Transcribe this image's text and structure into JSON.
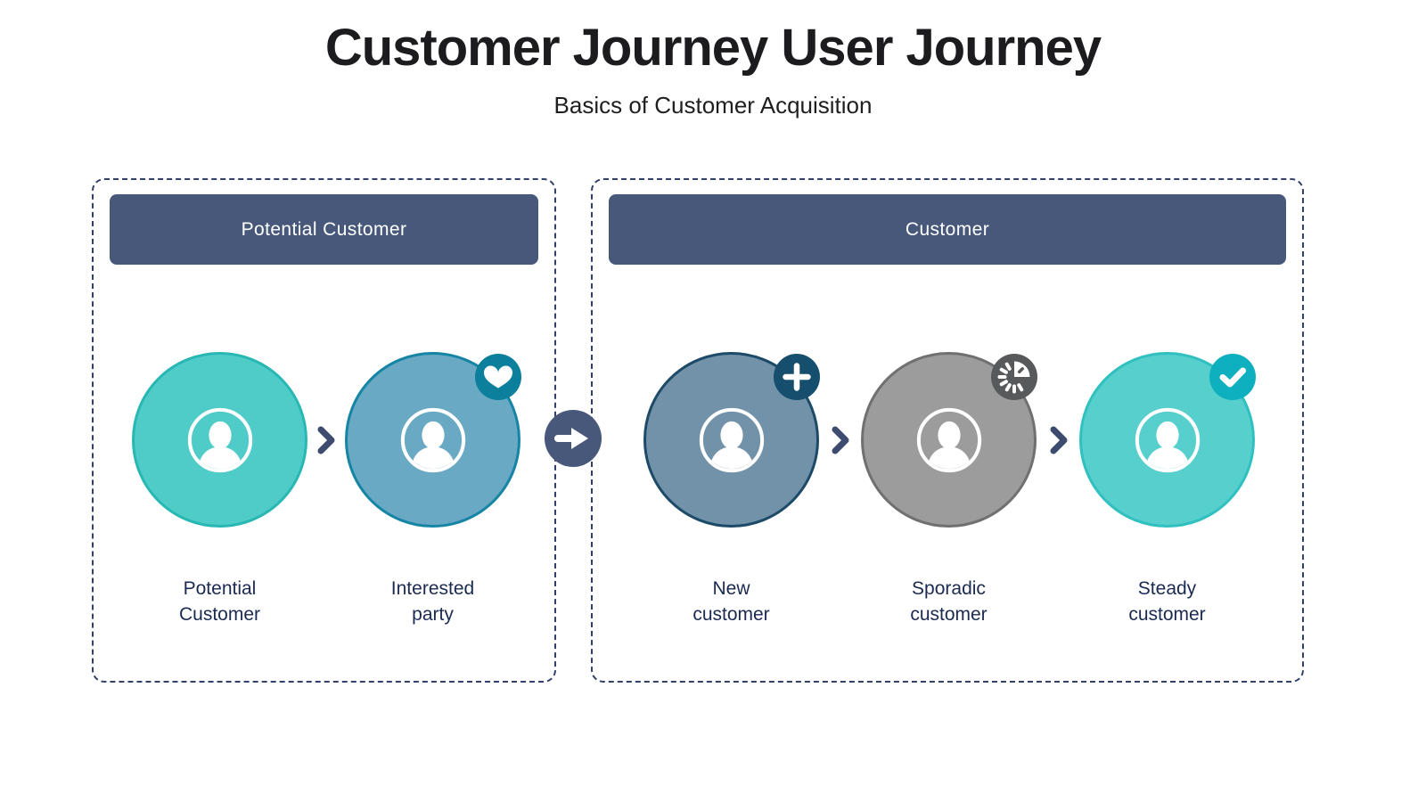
{
  "title": "Customer Journey User Journey",
  "subtitle": "Basics of Customer Acquisition",
  "colors": {
    "panel_border": "#32406b",
    "header_bar": "#47587a",
    "header_text": "#ffffff",
    "label_text": "#1b2a52",
    "chevron": "#3d4b6e",
    "connector_circle": "#48587a",
    "heart_badge": "#0c7f9d",
    "plus_badge": "#154f6d",
    "timer_badge": "#58595b",
    "check_badge": "#0eb0bf"
  },
  "panels": [
    {
      "header": "Potential Customer",
      "stages": [
        {
          "label": "Potential\nCustomer",
          "circle_fill": "#4fccc8",
          "circle_border": "#29b7b4",
          "badge": "none"
        },
        {
          "label": "Interested\nparty",
          "circle_fill": "#6aa9c4",
          "circle_border": "#1584a5",
          "badge": "heart-icon"
        }
      ]
    },
    {
      "header": "Customer",
      "stages": [
        {
          "label": "New\ncustomer",
          "circle_fill": "#7292aa",
          "circle_border": "#1d4a67",
          "badge": "plus-icon"
        },
        {
          "label": "Sporadic\ncustomer",
          "circle_fill": "#9c9c9c",
          "circle_border": "#707070",
          "badge": "timer-icon"
        },
        {
          "label": "Steady\ncustomer",
          "circle_fill": "#57cfcc",
          "circle_border": "#30c0c0",
          "badge": "check-icon"
        }
      ]
    }
  ]
}
